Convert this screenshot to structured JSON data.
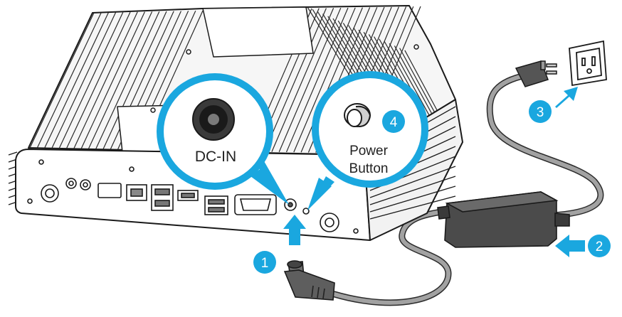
{
  "callouts": {
    "dc_in": {
      "label": "DC-IN"
    },
    "power_button": {
      "label_line1": "Power",
      "label_line2": "Button"
    }
  },
  "steps": [
    "1",
    "2",
    "3",
    "4"
  ],
  "colors": {
    "accent": "#1aa7df",
    "outline": "#1a1a1a",
    "cable": "#9a9a9a",
    "adapter": "#4a4a4a"
  }
}
